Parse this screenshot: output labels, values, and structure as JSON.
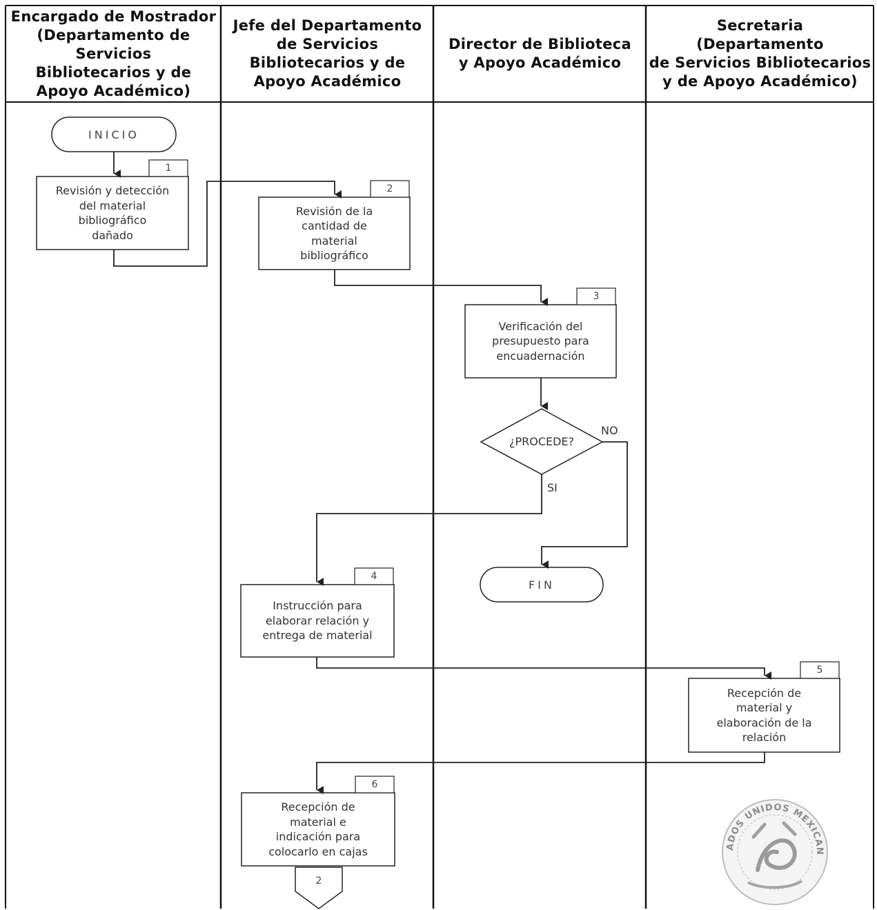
{
  "lanes": [
    {
      "header": "Encargado de Mostrador\n(Departamento de\nServicios\nBibliotecarios y de\nApoyo Académico)"
    },
    {
      "header": "Jefe del Departamento\nde Servicios\nBibliotecarios y de\nApoyo Académico"
    },
    {
      "header": "Director de Biblioteca\ny Apoyo Académico"
    },
    {
      "header": "Secretaria\n(Departamento\nde Servicios Bibliotecarios\ny de Apoyo Académico)"
    }
  ],
  "start": {
    "label": "INICIO"
  },
  "end": {
    "label": "FIN"
  },
  "steps": [
    {
      "number": "1",
      "text": "Revisión y detección\ndel material\nbibliográfico\ndañado"
    },
    {
      "number": "2",
      "text": "Revisión de la\ncantidad de\nmaterial\nbibliográfico"
    },
    {
      "number": "3",
      "text": "Verificación del\npresupuesto para\nencuadernación"
    },
    {
      "number": "4",
      "text": "Instrucción para\nelaborar relación y\nentrega de material"
    },
    {
      "number": "5",
      "text": "Recepción de\nmaterial y\nelaboración de la\nrelación"
    },
    {
      "number": "6",
      "text": "Recepción de\nmaterial e\nindicación para\ncolocarlo  en cajas"
    }
  ],
  "decision": {
    "question": "¿PROCEDE?",
    "no_label": "NO",
    "yes_label": "SI"
  },
  "connector": {
    "label": "2"
  },
  "seal": {
    "text": "ESTADOS UNIDOS MEXICANOS"
  },
  "colors": {
    "line": "#222222",
    "lane_border": "#111111",
    "text": "#333333"
  }
}
